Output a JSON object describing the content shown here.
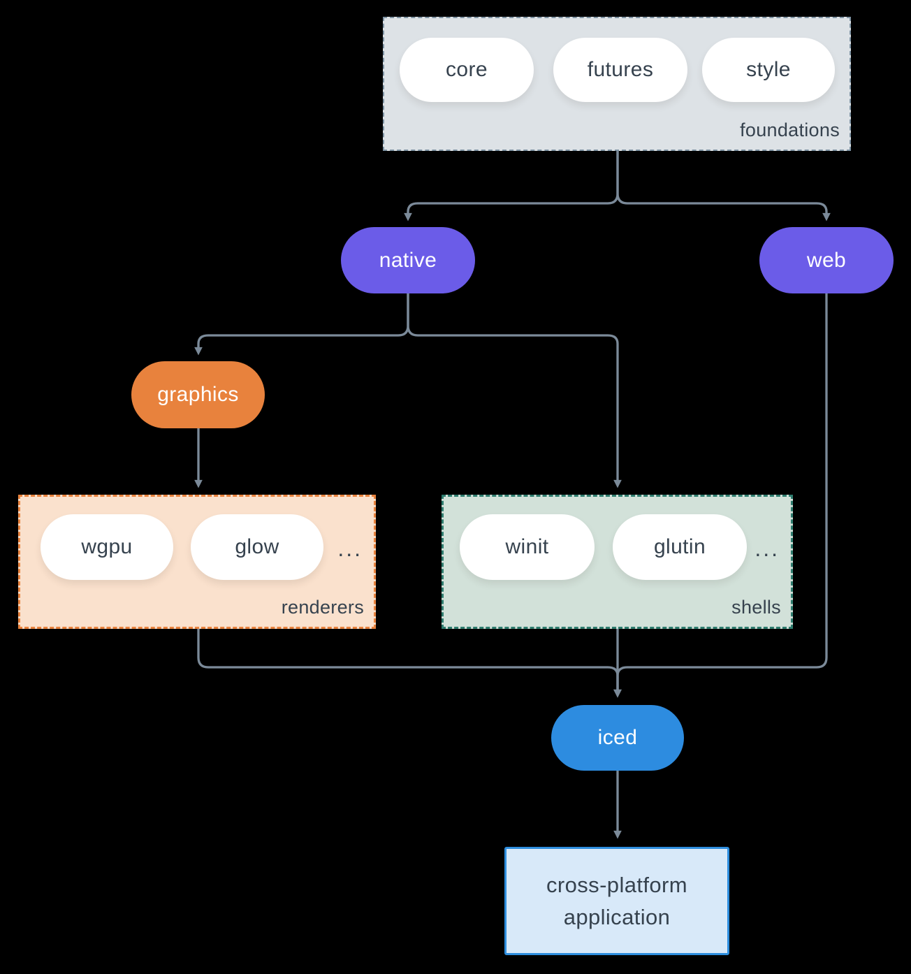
{
  "diagram": {
    "foundations": {
      "label": "foundations",
      "items": [
        "core",
        "futures",
        "style"
      ]
    },
    "native": {
      "label": "native"
    },
    "web": {
      "label": "web"
    },
    "graphics": {
      "label": "graphics"
    },
    "renderers": {
      "label": "renderers",
      "items": [
        "wgpu",
        "glow"
      ],
      "more": "..."
    },
    "shells": {
      "label": "shells",
      "items": [
        "winit",
        "glutin"
      ],
      "more": "..."
    },
    "iced": {
      "label": "iced"
    },
    "application": {
      "line1": "cross-platform",
      "line2": "application"
    }
  },
  "colors": {
    "background": "#000000",
    "edge": "#7b8a99",
    "node_purple": "#6b5ce8",
    "node_orange": "#e8823d",
    "node_blue": "#2d8ce0",
    "foundations_fill": "#dde2e6",
    "foundations_border": "#7e93a3",
    "renderers_fill": "#fae1cd",
    "renderers_border": "#e8823d",
    "shells_fill": "#d2e1d9",
    "shells_border": "#2e7c6e",
    "application_fill": "#d8e9f9",
    "application_border": "#2e8ede",
    "text_dark": "#36424e",
    "text_light": "#ffffff"
  }
}
